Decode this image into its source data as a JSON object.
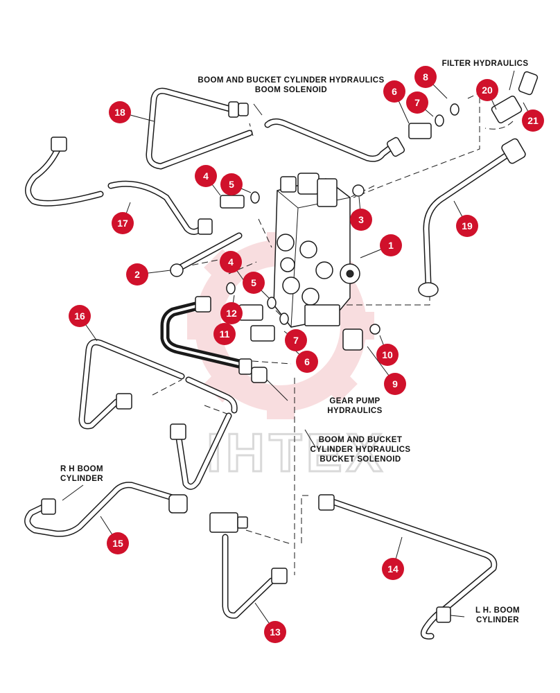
{
  "watermark": "IHTEX",
  "colors": {
    "callout": "#d0112b",
    "watermark": "#f4c3c5",
    "ink": "#1a1a1a"
  },
  "labels": {
    "boom_bucket_boom_1": "BOOM AND BUCKET CYLINDER HYDRAULICS",
    "boom_bucket_boom_2": "BOOM SOLENOID",
    "filter": "FILTER HYDRAULICS",
    "gear_pump_1": "GEAR PUMP",
    "gear_pump_2": "HYDRAULICS",
    "boom_bucket_bucket_1": "BOOM AND BUCKET",
    "boom_bucket_bucket_2": "CYLINDER HYDRAULICS",
    "boom_bucket_bucket_3": "BUCKET SOLENOID",
    "rh_boom_1": "R H  BOOM",
    "rh_boom_2": "CYLINDER",
    "lh_boom_1": "L H. BOOM",
    "lh_boom_2": "CYLINDER"
  },
  "callouts": {
    "c1": "1",
    "c2": "2",
    "c3": "3",
    "c4a": "4",
    "c4b": "4",
    "c5a": "5",
    "c5b": "5",
    "c6a": "6",
    "c6b": "6",
    "c7a": "7",
    "c7b": "7",
    "c8": "8",
    "c9": "9",
    "c10": "10",
    "c11": "11",
    "c12": "12",
    "c13": "13",
    "c14": "14",
    "c15": "15",
    "c16": "16",
    "c17": "17",
    "c18": "18",
    "c19": "19",
    "c20": "20",
    "c21": "21"
  }
}
